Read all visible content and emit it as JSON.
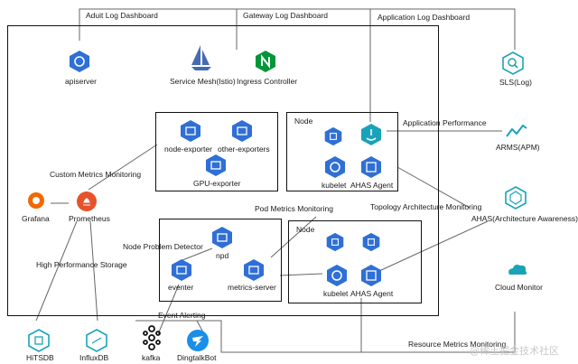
{
  "top_labels": {
    "audit": "Aduit Log Dashboard",
    "gateway": "Gateway Log Dashboard",
    "application": "Application Log Dashboard"
  },
  "components": {
    "apiserver": "apiserver",
    "service_mesh": "Service Mesh(Istio)",
    "ingress": "Ingress Controller",
    "sls": "SLS(Log)",
    "node_exporter": "node-exporter",
    "other_exporters": "other-exporters",
    "gpu_exporter": "GPU-exporter",
    "node1": "Node",
    "node2": "Node",
    "kubelet1": "kubelet",
    "ahas_agent1": "AHAS Agent",
    "kubelet2": "kubelet",
    "ahas_agent2": "AHAS Agent",
    "application_performance": "Application Performance",
    "arms": "ARMS(APM)",
    "custom_metrics": "Custom Metrics Monitoring",
    "grafana": "Grafana",
    "prometheus": "Prometheus",
    "pod_metrics": "Pod Metrics Monitoring",
    "topology": "Topology Architecture Monitoring",
    "ahas": "AHAS(Architecture Awareness)",
    "node_problem_detector": "Node Problem Detector",
    "npd": "npd",
    "eventer": "eventer",
    "metrics_server": "metrics-server",
    "high_perf_storage": "High Performance Storage",
    "cloud_monitor": "Cloud Monitor",
    "event_alerting": "Event Alerting",
    "hitsdb": "HiTSDB",
    "influxdb": "InfluxDB",
    "kafka": "kafka",
    "dingtalkbot": "DingtalkBot",
    "resource_metrics": "Resource Metrics Monitoring"
  },
  "watermark": "@稀土掘金技术社区",
  "colors": {
    "k8s_blue": "#2f6fd6",
    "prometheus": "#e6522c",
    "grafana": "#f46800",
    "aliyun_teal": "#1aa3b8",
    "line": "#555555"
  }
}
